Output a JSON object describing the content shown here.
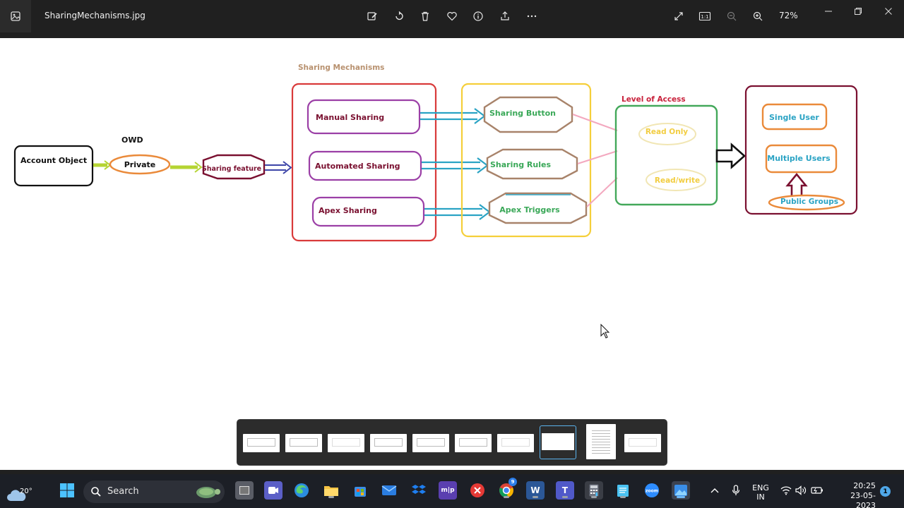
{
  "titlebar": {
    "filename": "SharingMechanisms.jpg",
    "zoom": "72%",
    "tools": [
      "edit-image-icon",
      "rotate-icon",
      "delete-icon",
      "favorite-icon",
      "info-icon",
      "share-icon",
      "more-icon"
    ],
    "right_tools": [
      "fit-screen-icon",
      "actual-size-icon",
      "zoom-out-icon",
      "zoom-in-icon"
    ],
    "actual_size_label": "1:1"
  },
  "diagram": {
    "owd_label": "OWD",
    "account_object": "Account Object",
    "private": "Private",
    "sharing_feature": "Sharing feature",
    "sharing_mechanisms_title": "Sharing Mechanisms",
    "mechanisms": [
      "Manual Sharing",
      "Automated Sharing",
      "Apex Sharing"
    ],
    "features": [
      "Sharing Button",
      "Sharing Rules",
      "Apex Triggers"
    ],
    "level_of_access_title": "Level of Access",
    "access_levels": [
      "Read Only",
      "Read/write"
    ],
    "recipients": [
      "Single User",
      "Multiple Users",
      "Public Groups"
    ]
  },
  "filmstrip": {
    "thumb_count": 10,
    "selected_index": 7
  },
  "taskbar": {
    "temperature": "20°",
    "search_label": "Search",
    "language_top": "ENG",
    "language_bottom": "IN",
    "time": "20:25",
    "date": "23-05-2023",
    "notification_count": "1",
    "chrome_badge": "9"
  },
  "colors": {
    "titlebar_bg": "#202020",
    "taskbar_bg": "#1c1f26",
    "purple": "#9b3fa6",
    "red": "#d93a3a",
    "yellow": "#f5cf3a",
    "green": "#43a85a",
    "maroon": "#7a1030",
    "orange": "#ea8a3a",
    "blue_text": "#2aa3c4",
    "green_text": "#3aa858",
    "brown": "#a8836a"
  }
}
